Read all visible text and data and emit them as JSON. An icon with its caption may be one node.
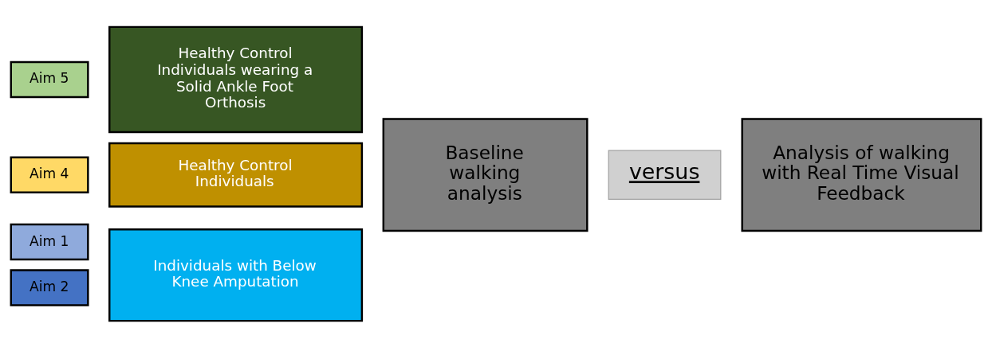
{
  "diagram": {
    "nodes": [
      {
        "text": [
          "Aim 1"
        ]
      },
      {
        "text": [
          "Individuals with Below Knee Amputation"
        ]
      },
      {
        "text": [
          "Aim 2"
        ]
      },
      {
        "text": [
          "Aim 4"
        ]
      },
      {
        "text": [
          "Healthy Control Individuals"
        ]
      },
      {
        "text": [
          "Aim 5"
        ]
      },
      {
        "text": [
          "Healthy Control Individuals wearing a Solid Ankle Foot Orthosis"
        ]
      },
      {
        "text": [
          "Baseline walking analysis"
        ]
      },
      {
        "text": [
          "versus"
        ]
      },
      {
        "text": [
          "Analysis of walking with Real Time Visual Feedback"
        ]
      }
    ]
  }
}
